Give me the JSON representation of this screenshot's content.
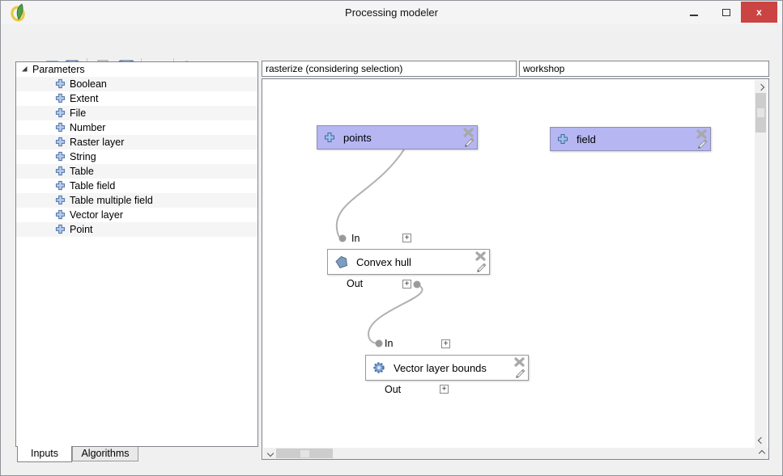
{
  "window": {
    "title": "Processing modeler",
    "controls": {
      "minimize_icon": "minimize-icon",
      "maximize_icon": "maximize-icon",
      "close_icon": "close-icon",
      "close_glyph": "x"
    }
  },
  "toolbar": {
    "icons": [
      "open-model-icon",
      "save-model-icon",
      "save-model-as-icon",
      "export-as-image-icon",
      "export-as-python-icon",
      "edit-model-help-icon",
      "run-model-icon"
    ]
  },
  "sidebar": {
    "tree_root": "Parameters",
    "items": [
      "Boolean",
      "Extent",
      "File",
      "Number",
      "Raster layer",
      "String",
      "Table",
      "Table field",
      "Table multiple field",
      "Vector layer",
      "Point"
    ],
    "tabs": [
      {
        "label": "Inputs",
        "active": true
      },
      {
        "label": "Algorithms",
        "active": false
      }
    ]
  },
  "header": {
    "model_name_value": "rasterize (considering selection)",
    "group_value": "workshop"
  },
  "canvas": {
    "labels": {
      "in": "In",
      "out": "Out",
      "expand": "+"
    },
    "nodes": {
      "points": {
        "label": "points",
        "type": "input"
      },
      "field": {
        "label": "field",
        "type": "input"
      },
      "convex_hull": {
        "label": "Convex hull",
        "type": "algorithm"
      },
      "vector_layer_bounds": {
        "label": "Vector layer bounds",
        "type": "algorithm"
      }
    },
    "colors": {
      "input_node_bg": "#b5b6f2",
      "algorithm_node_bg": "#ffffff",
      "connection": "#b0b0b0",
      "accent_blue": "#5b87c6"
    }
  }
}
